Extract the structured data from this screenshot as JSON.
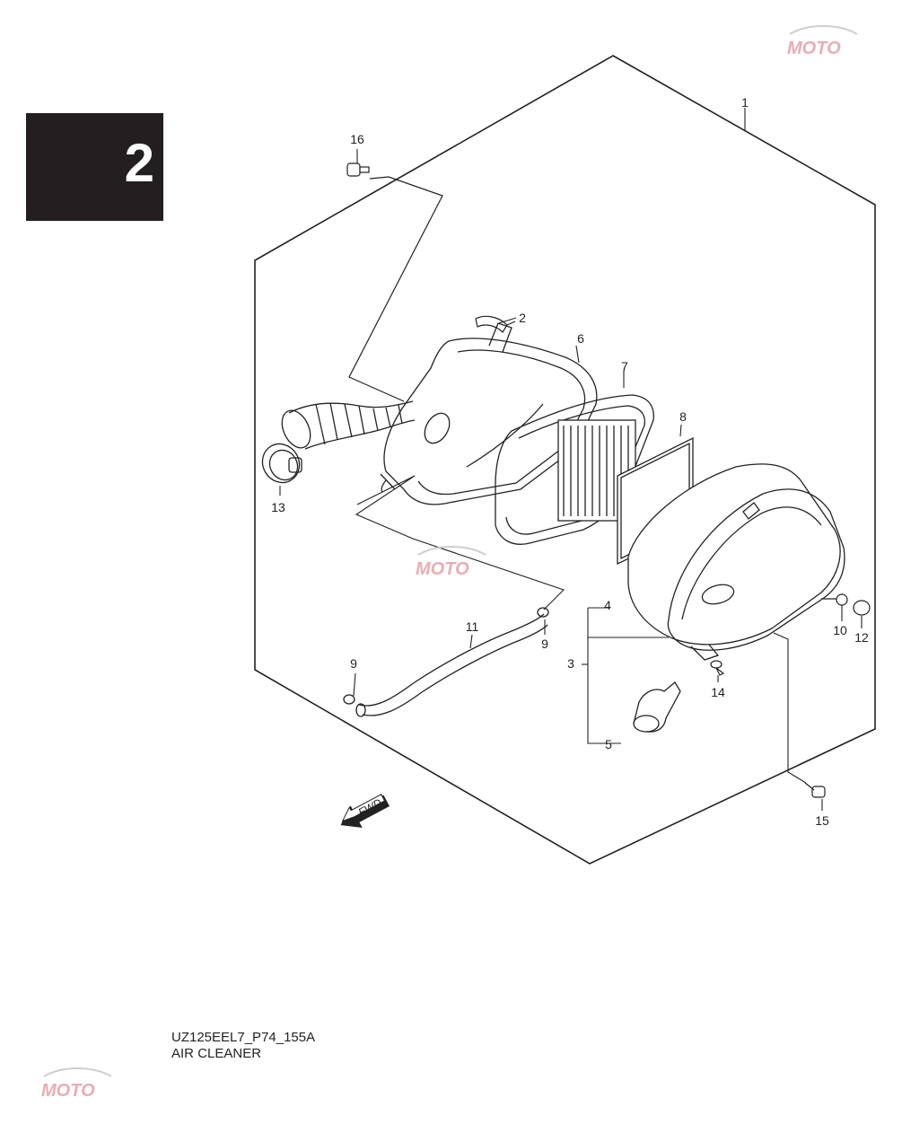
{
  "section_number": "2",
  "diagram_code": "UZ125EEL7_P74_155A",
  "diagram_title": "AIR CLEANER",
  "watermark_text": "MOTO",
  "fwd_label": "FWD",
  "callouts": [
    "1",
    "2",
    "3",
    "4",
    "5",
    "6",
    "7",
    "8",
    "9",
    "9",
    "10",
    "11",
    "12",
    "13",
    "14",
    "15",
    "16"
  ],
  "colors": {
    "line": "#222222",
    "section_bg": "#231f20",
    "watermark_red": "#e7a5ac",
    "watermark_gray": "#c9c9c9"
  }
}
